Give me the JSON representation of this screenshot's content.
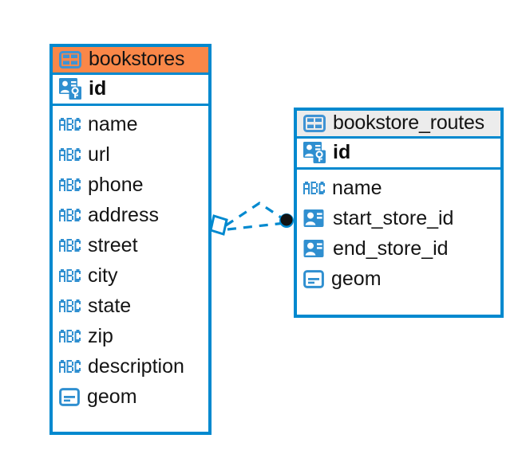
{
  "diagram": {
    "type": "erd",
    "colors": {
      "accent_blue": "#0089cf",
      "header_orange": "#fa8748",
      "header_grey": "#ececec",
      "text": "#141414",
      "connector": "#0089cf",
      "connector_endpoint": "#141414"
    },
    "entities": [
      {
        "name": "bookstores",
        "header_style": "orange",
        "table_icon": "table-icon",
        "primary_key": {
          "label": "id",
          "icon": "primary-key-icon"
        },
        "fields": [
          {
            "label": "name",
            "icon": "abc-text-icon"
          },
          {
            "label": "url",
            "icon": "abc-text-icon"
          },
          {
            "label": "phone",
            "icon": "abc-text-icon"
          },
          {
            "label": "address",
            "icon": "abc-text-icon"
          },
          {
            "label": "street",
            "icon": "abc-text-icon"
          },
          {
            "label": "city",
            "icon": "abc-text-icon"
          },
          {
            "label": "state",
            "icon": "abc-text-icon"
          },
          {
            "label": "zip",
            "icon": "abc-text-icon"
          },
          {
            "label": "description",
            "icon": "abc-text-icon"
          },
          {
            "label": "geom",
            "icon": "geometry-icon"
          }
        ]
      },
      {
        "name": "bookstore_routes",
        "header_style": "grey",
        "table_icon": "table-icon",
        "primary_key": {
          "label": "id",
          "icon": "primary-key-icon"
        },
        "fields": [
          {
            "label": "name",
            "icon": "abc-text-icon"
          },
          {
            "label": "start_store_id",
            "icon": "foreign-key-icon"
          },
          {
            "label": "end_store_id",
            "icon": "foreign-key-icon"
          },
          {
            "label": "geom",
            "icon": "geometry-icon"
          }
        ]
      }
    ],
    "relationship": {
      "style": "dashed",
      "source_endpoint": "diamond-open",
      "target_endpoint": "filled-circle"
    }
  }
}
